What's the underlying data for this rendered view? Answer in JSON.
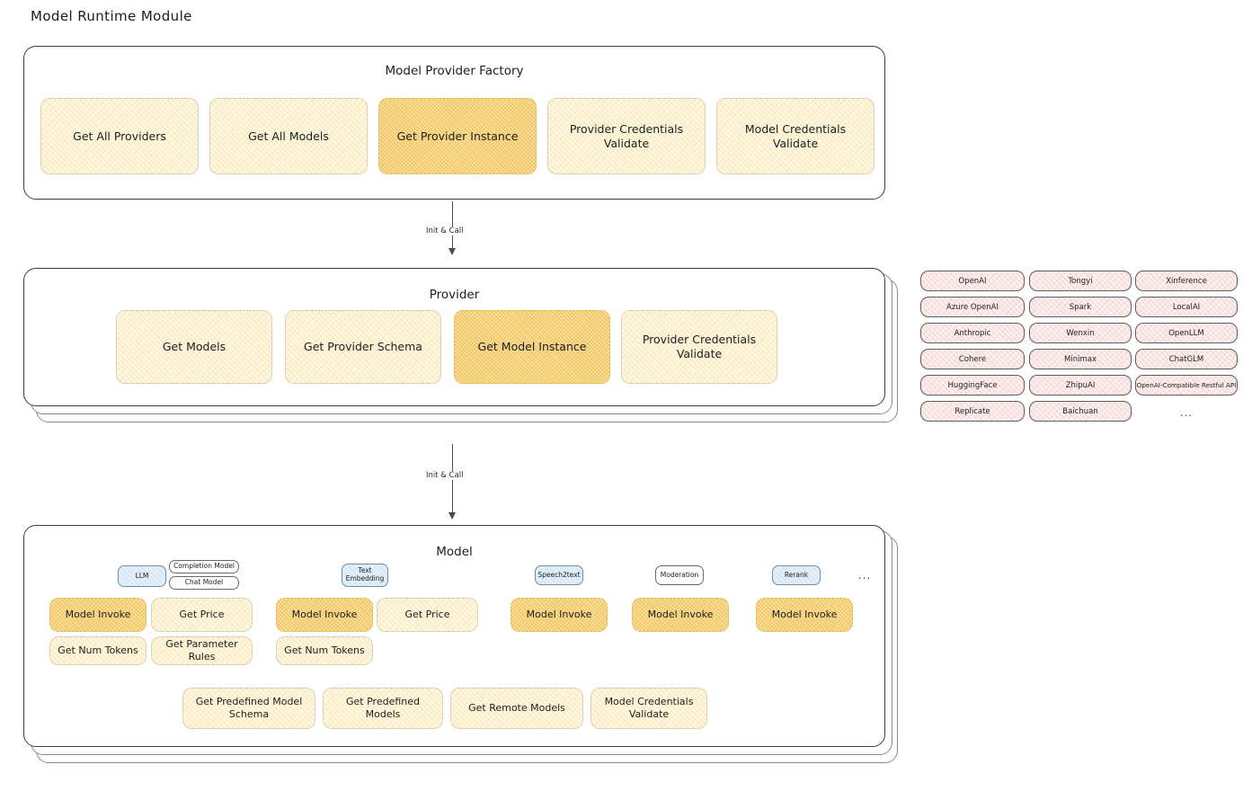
{
  "page": {
    "title": "Model Runtime Module"
  },
  "factory": {
    "title": "Model Provider Factory",
    "nodes": [
      {
        "label": "Get All Providers",
        "highlight": false
      },
      {
        "label": "Get All Models",
        "highlight": false
      },
      {
        "label": "Get Provider Instance",
        "highlight": true
      },
      {
        "label": "Provider Credentials Validate",
        "highlight": false
      },
      {
        "label": "Model Credentials Validate",
        "highlight": false
      }
    ]
  },
  "arrows": [
    {
      "label": "Init & Call"
    },
    {
      "label": "Init & Call"
    }
  ],
  "provider": {
    "title": "Provider",
    "nodes": [
      {
        "label": "Get Models",
        "highlight": false
      },
      {
        "label": "Get Provider Schema",
        "highlight": false
      },
      {
        "label": "Get Model Instance",
        "highlight": true
      },
      {
        "label": "Provider Credentials Validate",
        "highlight": false
      }
    ]
  },
  "provider_list": {
    "columns": [
      [
        "OpenAI",
        "Azure OpenAI",
        "Anthropic",
        "Cohere",
        "HuggingFace",
        "Replicate"
      ],
      [
        "Tongyi",
        "Spark",
        "Wenxin",
        "Minimax",
        "ZhipuAI",
        "Baichuan"
      ],
      [
        "Xinference",
        "LocalAI",
        "OpenLLM",
        "ChatGLM",
        "OpenAI-Compatible Restful API"
      ]
    ],
    "more": "..."
  },
  "model": {
    "title": "Model",
    "more": "...",
    "types": [
      {
        "badge": "LLM",
        "badge_style": "blue",
        "sub_badges": [
          "Completion Model",
          "Chat Model"
        ],
        "nodes": [
          {
            "label": "Model Invoke",
            "highlight": true
          },
          {
            "label": "Get Price",
            "highlight": false
          },
          {
            "label": "Get Num Tokens",
            "highlight": false
          },
          {
            "label": "Get Parameter Rules",
            "highlight": false
          }
        ]
      },
      {
        "badge": "Text Embedding",
        "badge_style": "blue",
        "sub_badges": [],
        "nodes": [
          {
            "label": "Model Invoke",
            "highlight": true
          },
          {
            "label": "Get Price",
            "highlight": false
          },
          {
            "label": "Get Num Tokens",
            "highlight": false
          }
        ]
      },
      {
        "badge": "Speech2text",
        "badge_style": "blue",
        "sub_badges": [],
        "nodes": [
          {
            "label": "Model Invoke",
            "highlight": true
          }
        ]
      },
      {
        "badge": "Moderation",
        "badge_style": "white",
        "sub_badges": [],
        "nodes": [
          {
            "label": "Model Invoke",
            "highlight": true
          }
        ]
      },
      {
        "badge": "Rerank",
        "badge_style": "blue",
        "sub_badges": [],
        "nodes": [
          {
            "label": "Model Invoke",
            "highlight": true
          }
        ]
      }
    ],
    "common_nodes": [
      {
        "label": "Get Predefined Model Schema"
      },
      {
        "label": "Get Predefined Models"
      },
      {
        "label": "Get Remote Models"
      },
      {
        "label": "Model Credentials Validate"
      }
    ]
  }
}
